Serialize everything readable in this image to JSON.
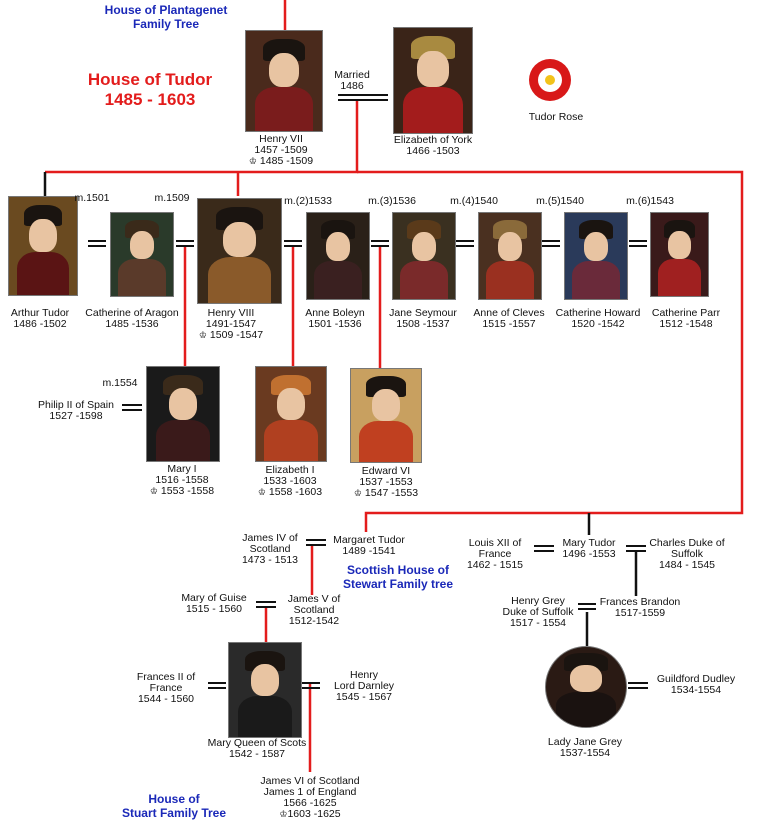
{
  "links": {
    "plantagenet": "House of Plantagenet\nFamily Tree",
    "stewart": "Scottish House of\nStewart Family tree",
    "stuart": "House of\nStuart Family Tree"
  },
  "title": {
    "line1": "House of Tudor",
    "line2": "1485 - 1603"
  },
  "rose_label": "Tudor Rose",
  "married_label": "Married\n1486",
  "crown_symbol": "♔",
  "people": {
    "henry7": {
      "name": "Henry VII",
      "dates": "1457 -1509",
      "reign": "1485 -1509"
    },
    "elizabeth_york": {
      "name": "Elizabeth of York",
      "dates": "1466 -1503"
    },
    "arthur": {
      "name": "Arthur Tudor",
      "dates": "1486 -1502"
    },
    "catherine_aragon": {
      "name": "Catherine of Aragon",
      "dates": "1485 -1536"
    },
    "henry8": {
      "name": "Henry VIII",
      "dates": "1491-1547",
      "reign": "1509 -1547"
    },
    "anne_boleyn": {
      "name": "Anne Boleyn",
      "dates": "1501 -1536"
    },
    "jane_seymour": {
      "name": "Jane Seymour",
      "dates": "1508 -1537"
    },
    "anne_cleves": {
      "name": "Anne of Cleves",
      "dates": "1515 -1557"
    },
    "catherine_howard": {
      "name": "Catherine Howard",
      "dates": "1520 -1542"
    },
    "catherine_parr": {
      "name": "Catherine Parr",
      "dates": "1512 -1548"
    },
    "philip2": {
      "name": "Philip II of Spain",
      "dates": "1527 -1598"
    },
    "mary1": {
      "name": "Mary I",
      "dates": "1516 -1558",
      "reign": "1553 -1558"
    },
    "elizabeth1": {
      "name": "Elizabeth I",
      "dates": "1533 -1603",
      "reign": "1558 -1603"
    },
    "edward6": {
      "name": "Edward VI",
      "dates": "1537 -1553",
      "reign": "1547 -1553"
    },
    "james4": {
      "name": "James IV of\nScotland",
      "dates": "1473 - 1513"
    },
    "margaret_tudor": {
      "name": "Margaret Tudor",
      "dates": "1489 -1541"
    },
    "louis12": {
      "name": "Louis XII of\nFrance",
      "dates": "1462 - 1515"
    },
    "mary_tudor": {
      "name": "Mary Tudor",
      "dates": "1496 -1553"
    },
    "charles_suffolk": {
      "name": "Charles Duke of\nSuffolk",
      "dates": "1484 - 1545"
    },
    "mary_guise": {
      "name": "Mary of Guise",
      "dates": "1515 - 1560"
    },
    "james5": {
      "name": "James V of\nScotland",
      "dates": "1512-1542"
    },
    "henry_grey": {
      "name": "Henry Grey\nDuke of Suffolk",
      "dates": "1517 - 1554"
    },
    "frances_brandon": {
      "name": "Frances Brandon",
      "dates": "1517-1559"
    },
    "francis2": {
      "name": "Frances II  of\nFrance",
      "dates": "1544 - 1560"
    },
    "darnley": {
      "name": "Henry\nLord Darnley",
      "dates": "1545 - 1567"
    },
    "mary_scots": {
      "name": "Mary Queen of Scots",
      "dates": "1542 - 1587"
    },
    "guildford": {
      "name": "Guildford Dudley",
      "dates": "1534-1554"
    },
    "jane_grey": {
      "name": "Lady Jane Grey",
      "dates": "1537-1554"
    },
    "james6": {
      "name": "James VI of Scotland\nJames 1 of England",
      "dates": "1566 -1625",
      "reign": "1603 -1625"
    }
  },
  "marriages": {
    "m1501": "m.1501",
    "m1509": "m.1509",
    "m2": "m.(2)1533",
    "m3": "m.(3)1536",
    "m4": "m.(4)1540",
    "m5": "m.(5)1540",
    "m6": "m.(6)1543",
    "m1554": "m.1554"
  },
  "colors": {
    "title_red": "#e31c1c",
    "link_blue": "#1a28b8",
    "line_red": "#e31c1c",
    "line_black": "#111111"
  }
}
